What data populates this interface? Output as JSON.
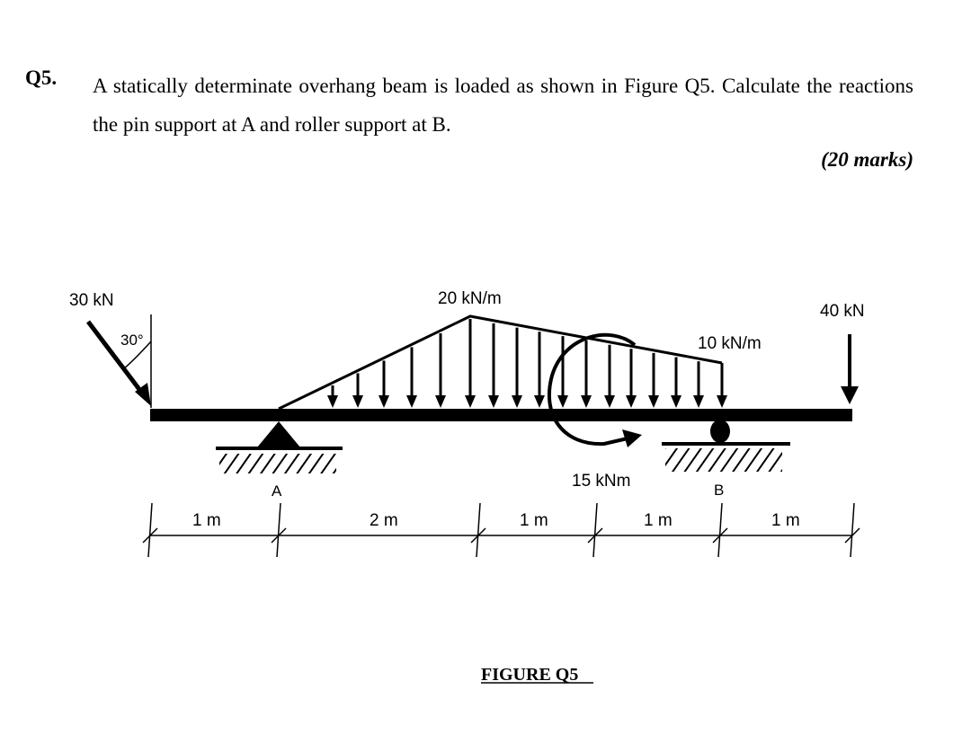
{
  "question": {
    "number": "Q5.",
    "text": "A statically determinate overhang beam is loaded as shown in Figure Q5. Calculate the reactions the pin support at A and roller support at B.",
    "marks": "(20 marks)"
  },
  "figure": {
    "caption": "FIGURE Q5",
    "loads": {
      "inclined_force": "30 kN",
      "angle": "30°",
      "udl_peak": "20 kN/m",
      "udl_end": "10 kN/m",
      "moment": "15 kNm",
      "point_load": "40 kN"
    },
    "supports": {
      "pin": "A",
      "roller": "B"
    },
    "dimensions": [
      "1 m",
      "2 m",
      "1 m",
      "1 m",
      "1 m"
    ]
  }
}
